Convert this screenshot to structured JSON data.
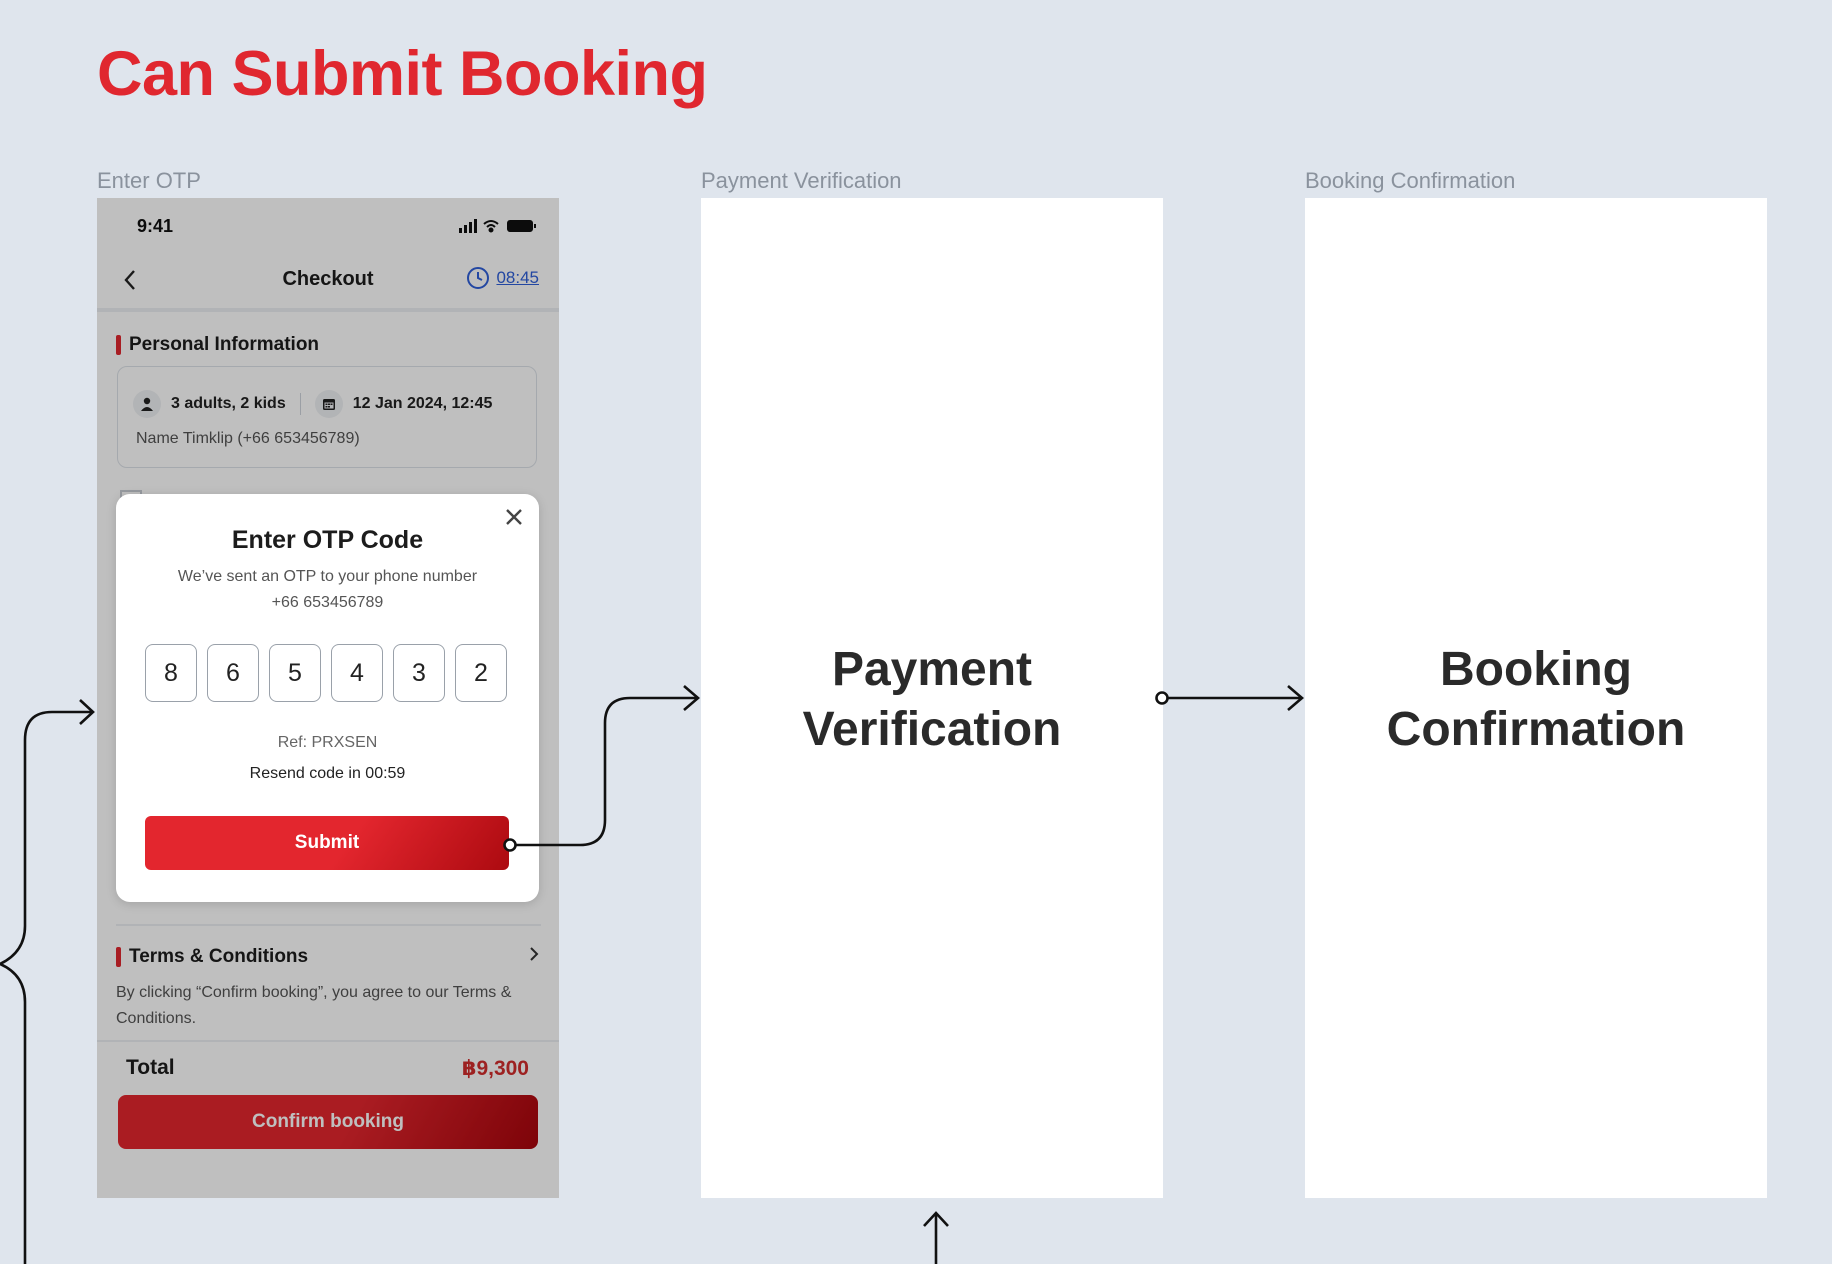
{
  "page_title": "Can Submit Booking",
  "frames": {
    "enter_otp_label": "Enter OTP",
    "payment_label": "Payment Verification",
    "booking_label": "Booking Confirmation"
  },
  "phone": {
    "status_time": "9:41",
    "header_title": "Checkout",
    "timer": "08:45",
    "personal_info_title": "Personal Information",
    "guests": "3 adults, 2 kids",
    "datetime": "12 Jan 2024, 12:45",
    "contact": "Name Timklip  (+66 653456789)",
    "terms_title": "Terms & Conditions",
    "terms_text": "By clicking “Confirm booking”, you agree to our Terms & Conditions.",
    "total_label": "Total",
    "total_value": "฿9,300",
    "confirm_label": "Confirm booking"
  },
  "otp_modal": {
    "title": "Enter OTP Code",
    "desc_line1": "We’ve sent an OTP to your phone number",
    "desc_line2": "+66 653456789",
    "digits": [
      "8",
      "6",
      "5",
      "4",
      "3",
      "2"
    ],
    "ref": "Ref: PRXSEN",
    "resend": "Resend code in 00:59",
    "submit_label": "Submit"
  },
  "payment_screen": {
    "line1": "Payment",
    "line2": "Verification"
  },
  "booking_screen": {
    "line1": "Booking",
    "line2": "Confirmation"
  },
  "colors": {
    "accent": "#e0272f",
    "background": "#dfe5ed",
    "link": "#2f5fd8"
  },
  "icons": [
    "chevron-left-icon",
    "clock-icon",
    "user-icon",
    "calendar-icon",
    "close-icon",
    "chevron-right-icon",
    "signal-icon",
    "wifi-icon",
    "battery-icon"
  ]
}
